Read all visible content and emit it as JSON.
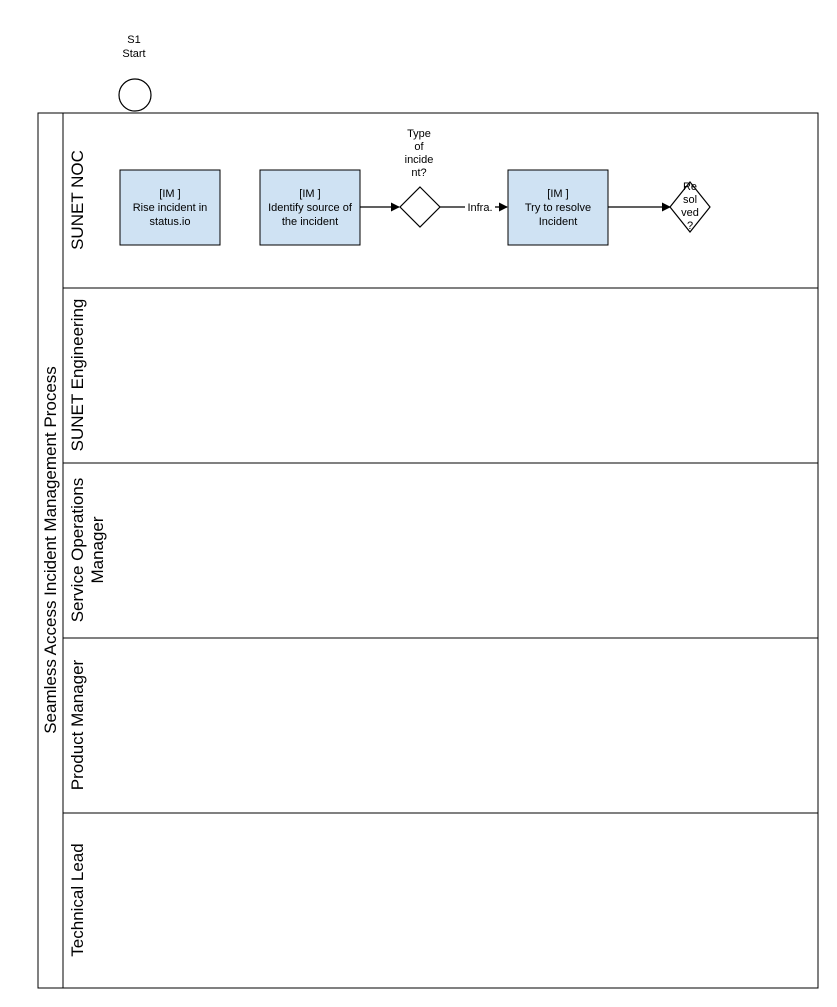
{
  "start_event": {
    "id_label": "S1",
    "label": "Start"
  },
  "pool": {
    "title": "Seamless Access Incident Management Process"
  },
  "lanes": [
    {
      "label": "SUNET NOC"
    },
    {
      "label": "SUNET Engineering"
    },
    {
      "label_line1": "Service Operations",
      "label_line2": "Manager"
    },
    {
      "label": "Product Manager"
    },
    {
      "label": "Technical Lead"
    }
  ],
  "tasks": [
    {
      "line1": "[IM ]",
      "line2": "Rise incident in",
      "line3": "status.io"
    },
    {
      "line1": "[IM ]",
      "line2": "Identify source of",
      "line3": "the incident"
    },
    {
      "line1": "[IM ]",
      "line2": "Try to resolve",
      "line3": "Incident"
    }
  ],
  "gateways": [
    {
      "label_lines": [
        "Type",
        "of",
        "incide",
        "nt?"
      ]
    },
    {
      "label_lines": [
        "Re",
        "sol",
        "ved",
        "?"
      ]
    }
  ],
  "flows": [
    {
      "label": "Infra."
    }
  ],
  "colors": {
    "task_fill": "#cfe2f3",
    "stroke": "#000000"
  }
}
